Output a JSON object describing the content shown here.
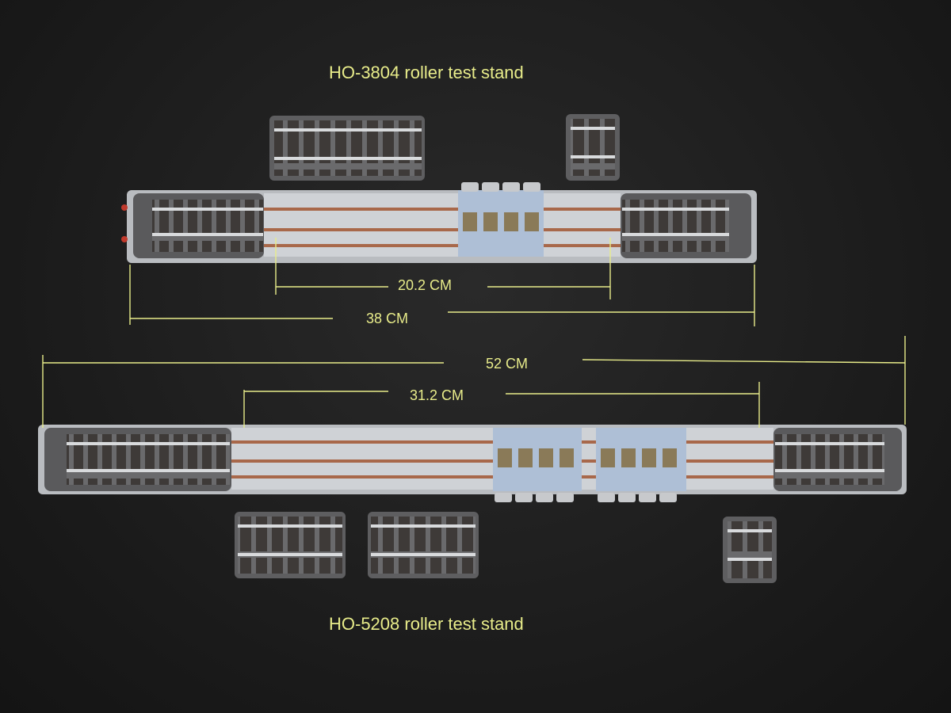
{
  "labels": {
    "top_stand": "HO-3804 roller test stand",
    "bottom_stand": "HO-5208 roller test stand"
  },
  "dimensions": {
    "top_inner": "20.2 CM",
    "top_outer": "38 CM",
    "bottom_outer": "52 CM",
    "bottom_inner": "31.2 CM"
  },
  "colors": {
    "annotation": "#e8ec8a",
    "background": "#1b1b1b",
    "rail_tray": "#c9ccd0",
    "roller_block": "#aebfd6",
    "track_base": "#5e5e60"
  }
}
